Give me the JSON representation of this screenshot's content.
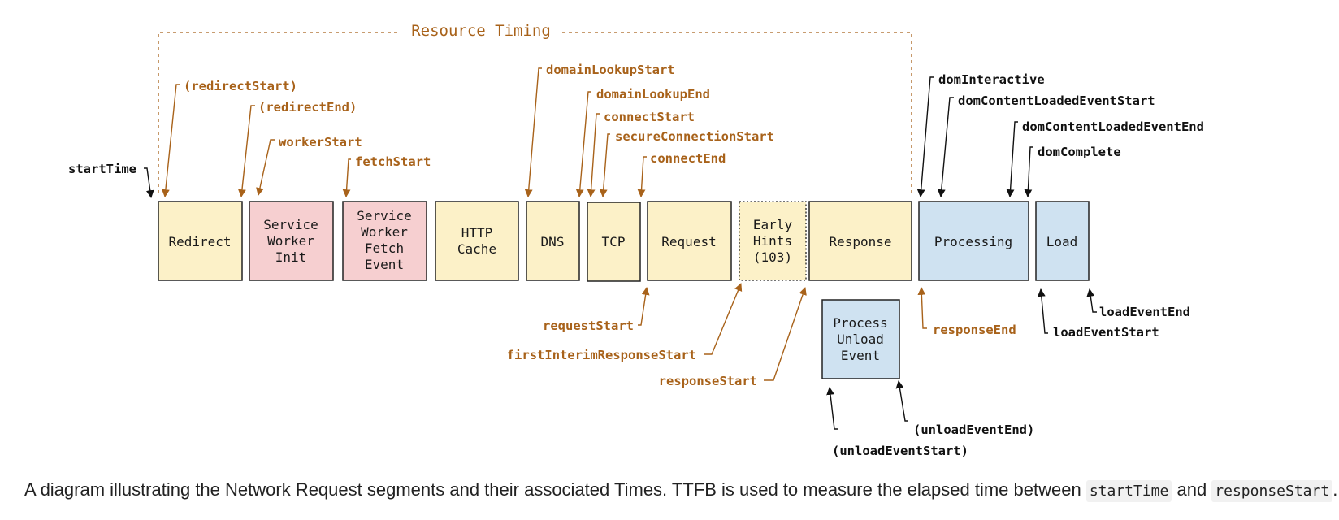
{
  "diagram": {
    "title": "Resource Timing",
    "colors": {
      "yellow": "#fcf1c8",
      "pink": "#f6cfd0",
      "blue": "#cfe2f1",
      "border": "#222222",
      "brown": "#a8621a",
      "black": "#111111"
    },
    "segments": [
      {
        "id": "redirect",
        "lines": [
          "Redirect"
        ],
        "fill": "yellow"
      },
      {
        "id": "sw-init",
        "lines": [
          "Service",
          "Worker",
          "Init"
        ],
        "fill": "pink"
      },
      {
        "id": "sw-fetch",
        "lines": [
          "Service",
          "Worker",
          "Fetch",
          "Event"
        ],
        "fill": "pink"
      },
      {
        "id": "http-cache",
        "lines": [
          "HTTP",
          "Cache"
        ],
        "fill": "yellow"
      },
      {
        "id": "dns",
        "lines": [
          "DNS"
        ],
        "fill": "yellow"
      },
      {
        "id": "tcp",
        "lines": [
          "TCP"
        ],
        "fill": "yellow"
      },
      {
        "id": "request",
        "lines": [
          "Request"
        ],
        "fill": "yellow"
      },
      {
        "id": "early-hints",
        "lines": [
          "Early",
          "Hints",
          "(103)"
        ],
        "fill": "yellow",
        "dotted": true
      },
      {
        "id": "response",
        "lines": [
          "Response"
        ],
        "fill": "yellow"
      },
      {
        "id": "processing",
        "lines": [
          "Processing"
        ],
        "fill": "blue"
      },
      {
        "id": "load",
        "lines": [
          "Load"
        ],
        "fill": "blue"
      },
      {
        "id": "unload",
        "lines": [
          "Process",
          "Unload",
          "Event"
        ],
        "fill": "blue"
      }
    ],
    "timings": [
      {
        "id": "startTime",
        "text": "startTime",
        "color": "black"
      },
      {
        "id": "redirectStart",
        "text": "(redirectStart)",
        "color": "brown"
      },
      {
        "id": "redirectEnd",
        "text": "(redirectEnd)",
        "color": "brown"
      },
      {
        "id": "workerStart",
        "text": "workerStart",
        "color": "brown"
      },
      {
        "id": "fetchStart",
        "text": "fetchStart",
        "color": "brown"
      },
      {
        "id": "domainLookupStart",
        "text": "domainLookupStart",
        "color": "brown"
      },
      {
        "id": "domainLookupEnd",
        "text": "domainLookupEnd",
        "color": "brown"
      },
      {
        "id": "connectStart",
        "text": "connectStart",
        "color": "brown"
      },
      {
        "id": "secureConnectionStart",
        "text": "secureConnectionStart",
        "color": "brown"
      },
      {
        "id": "connectEnd",
        "text": "connectEnd",
        "color": "brown"
      },
      {
        "id": "requestStart",
        "text": "requestStart",
        "color": "brown"
      },
      {
        "id": "firstInterimResponseStart",
        "text": "firstInterimResponseStart",
        "color": "brown"
      },
      {
        "id": "responseStart",
        "text": "responseStart",
        "color": "brown"
      },
      {
        "id": "responseEnd",
        "text": "responseEnd",
        "color": "brown"
      },
      {
        "id": "domInteractive",
        "text": "domInteractive",
        "color": "black"
      },
      {
        "id": "domContentLoadedEventStart",
        "text": "domContentLoadedEventStart",
        "color": "black"
      },
      {
        "id": "domContentLoadedEventEnd",
        "text": "domContentLoadedEventEnd",
        "color": "black"
      },
      {
        "id": "domComplete",
        "text": "domComplete",
        "color": "black"
      },
      {
        "id": "loadEventStart",
        "text": "loadEventStart",
        "color": "black"
      },
      {
        "id": "loadEventEnd",
        "text": "loadEventEnd",
        "color": "black"
      },
      {
        "id": "unloadEventStart",
        "text": "(unloadEventStart)",
        "color": "black"
      },
      {
        "id": "unloadEventEnd",
        "text": "(unloadEventEnd)",
        "color": "black"
      }
    ]
  },
  "caption": {
    "before": "A diagram illustrating the Network Request segments and their associated Times. TTFB is used to measure the elapsed time between ",
    "code1": "startTime",
    "middle": " and ",
    "code2": "responseStart",
    "after": "."
  }
}
